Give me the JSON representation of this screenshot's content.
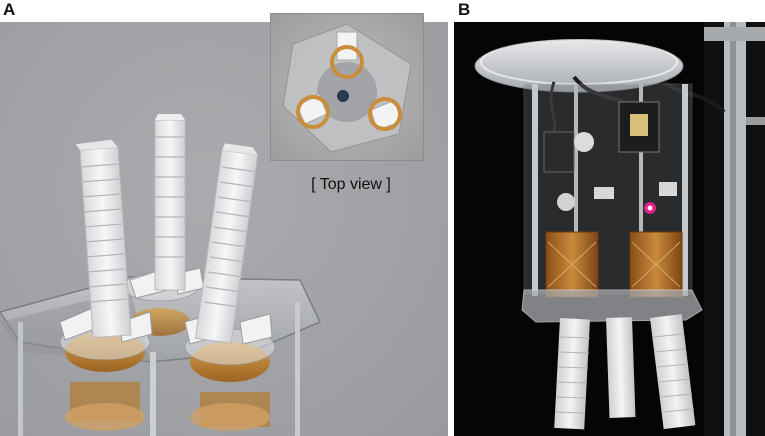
{
  "figure": {
    "panel_a_label": "A",
    "panel_b_label": "B",
    "inset_caption": "[ Top view ]"
  }
}
